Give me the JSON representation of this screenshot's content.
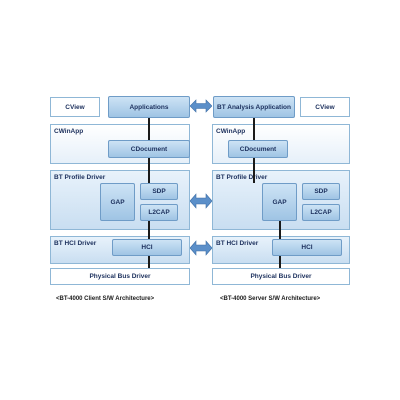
{
  "client": {
    "cview": "CView",
    "applications": "Applications",
    "cwinapp": "CWinApp",
    "cdocument": "CDocument",
    "profile_driver": "BT Profile Driver",
    "gap": "GAP",
    "sdp": "SDP",
    "l2cap": "L2CAP",
    "hci_driver": "BT HCI Driver",
    "hci": "HCI",
    "physical_bus": "Physical Bus Driver",
    "caption": "<BT-4000 Client S/W Architecture>"
  },
  "server": {
    "analysis_app": "BT Analysis Application",
    "cview": "CView",
    "cwinapp": "CWinApp",
    "cdocument": "CDocument",
    "profile_driver": "BT Profile Driver",
    "gap": "GAP",
    "sdp": "SDP",
    "l2cap": "L2CAP",
    "hci_driver": "BT HCI Driver",
    "hci": "HCI",
    "physical_bus": "Physical Bus Driver",
    "caption": "<BT-4000 Server S/W Architecture>"
  },
  "colors": {
    "panel_border": "#8fb7d6",
    "inner_fill": "#9fc4e4",
    "arrow_fill": "#5b8fc9",
    "connector": "#1a1a1a"
  },
  "icons": {
    "link_arrow": "double-arrow-icon"
  }
}
